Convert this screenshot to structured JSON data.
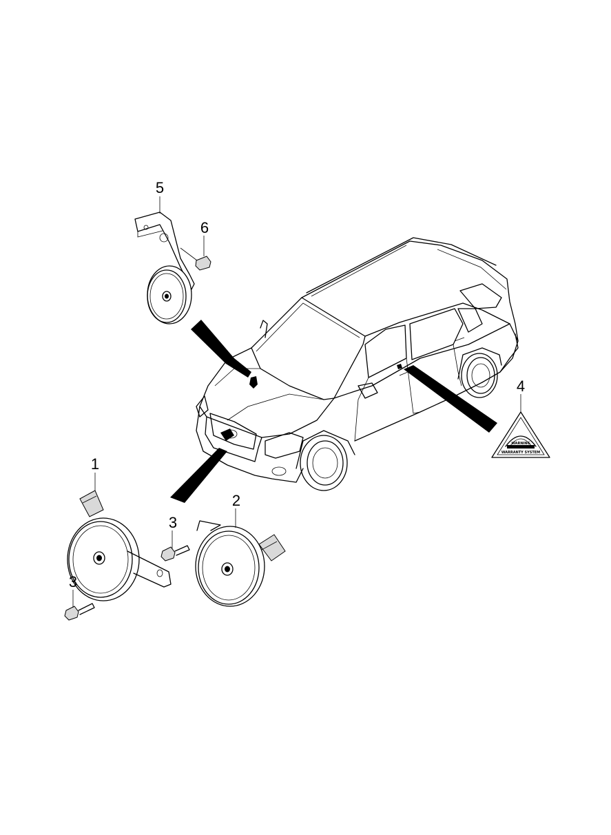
{
  "callouts": {
    "c1": "1",
    "c2": "2",
    "c3a": "3",
    "c3b": "3",
    "c4": "4",
    "c5": "5",
    "c6": "6"
  },
  "label_text": {
    "top": "WARNING",
    "bottom": "WARRANTY SYSTEM"
  }
}
